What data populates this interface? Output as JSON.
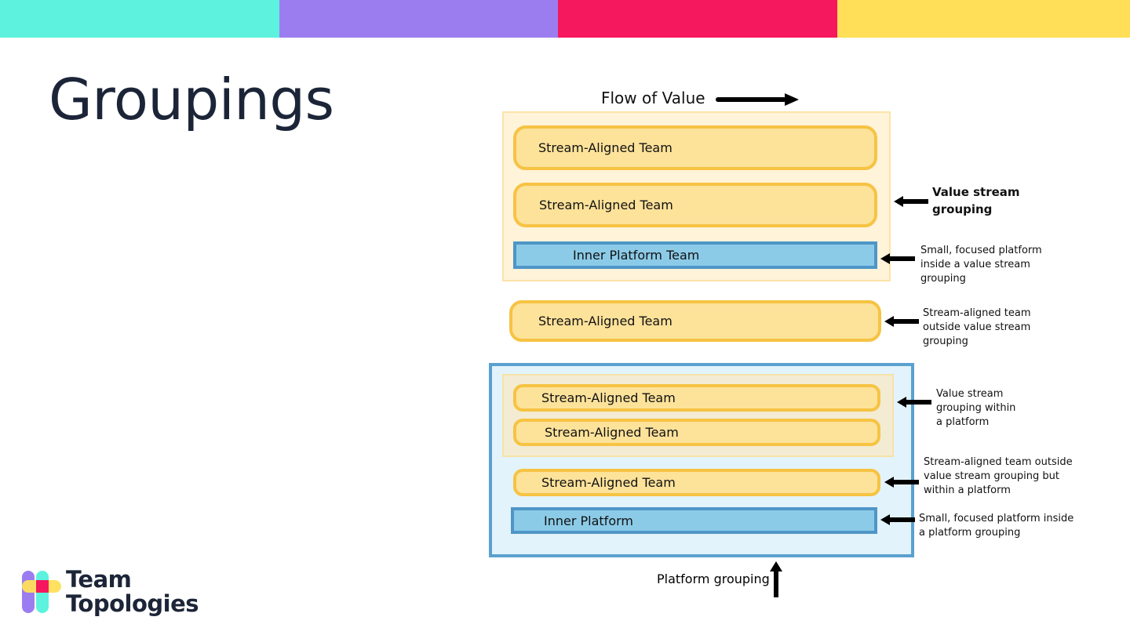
{
  "colors": {
    "bar": [
      "#5df2de",
      "#9b7df0",
      "#f5185e",
      "#ffdf58"
    ],
    "title": "#1c2538",
    "stream_fill": "#fde29a",
    "stream_border": "#f6c343",
    "platform_fill": "#8ccbe8",
    "platform_border": "#4f96c7",
    "value_stream_group": "#fff3d9",
    "platform_group": "#e3f3fb"
  },
  "slide": {
    "title": "Groupings"
  },
  "diagram": {
    "flow_label": "Flow of Value",
    "value_stream_group": {
      "teams": [
        "Stream-Aligned Team",
        "Stream-Aligned Team"
      ],
      "inner_platform": "Inner Platform Team"
    },
    "standalone_team": "Stream-Aligned Team",
    "platform_group": {
      "inner_value_stream_teams": [
        "Stream-Aligned Team",
        "Stream-Aligned Team"
      ],
      "team": "Stream-Aligned Team",
      "inner_platform": "Inner Platform"
    },
    "platform_grouping_label": "Platform grouping",
    "annotations": {
      "value_stream_grouping": [
        "Value stream",
        "grouping"
      ],
      "small_platform_in_vs": [
        "Small, focused platform",
        "inside a value stream",
        "grouping"
      ],
      "sat_outside_vs": [
        "Stream-aligned team",
        "outside value stream",
        "grouping"
      ],
      "vs_within_platform": [
        "Value stream",
        "grouping within",
        "a platform"
      ],
      "sat_outside_vs_within_platform": [
        "Stream-aligned team outside",
        "value stream grouping but",
        "within a platform"
      ],
      "small_platform_in_platform": [
        "Small, focused platform inside",
        "a platform grouping"
      ]
    }
  },
  "logo": {
    "line1": "Team",
    "line2": "Topologies",
    "icon": "team-topologies-logo-icon"
  }
}
